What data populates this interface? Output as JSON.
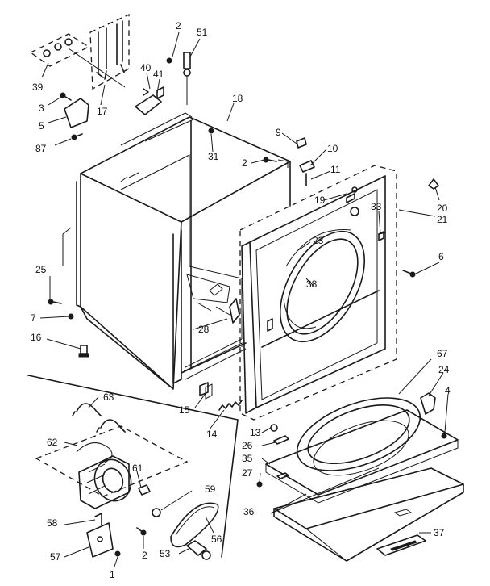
{
  "callouts": {
    "c1": "1",
    "c2": "2",
    "c3": "3",
    "c4": "4",
    "c5": "5",
    "c6": "6",
    "c7": "7",
    "c9": "9",
    "c10": "10",
    "c11": "11",
    "c13": "13",
    "c14": "14",
    "c15": "15",
    "c16": "16",
    "c17": "17",
    "c18": "18",
    "c19": "19",
    "c20": "20",
    "c21": "21",
    "c23": "23",
    "c24": "24",
    "c25": "25",
    "c26": "26",
    "c27": "27",
    "c28": "28",
    "c31": "31",
    "c33": "33",
    "c35": "35",
    "c36": "36",
    "c37": "37",
    "c38": "38",
    "c39": "39",
    "c40": "40",
    "c41": "41",
    "c51": "51",
    "c53": "53",
    "c56": "56",
    "c57": "57",
    "c58": "58",
    "c59": "59",
    "c61": "61",
    "c62": "62",
    "c63": "63",
    "c67": "67",
    "c87": "87"
  },
  "colors": {
    "ink": "#1a1a1a",
    "paper": "#ffffff"
  }
}
